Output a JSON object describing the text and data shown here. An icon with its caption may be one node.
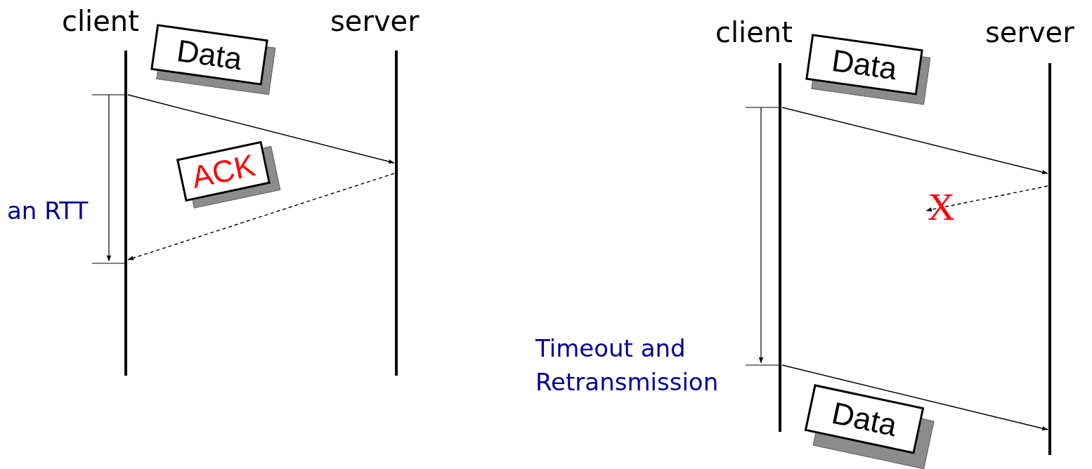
{
  "diagram": {
    "nodes": [
      {
        "text": [
          "client"
        ]
      },
      {
        "text": [
          "server"
        ]
      },
      {
        "text": [
          "Data"
        ]
      },
      {
        "text": [
          "ACK"
        ]
      },
      {
        "text": [
          "client"
        ]
      },
      {
        "text": [
          "server"
        ]
      },
      {
        "text": [
          "Data"
        ]
      },
      {
        "text": [
          "Data"
        ]
      },
      {
        "text": [
          "X"
        ]
      }
    ],
    "edges": [
      {
        "from": 0,
        "to": 1,
        "arrow": "to"
      },
      {
        "from": 1,
        "to": 0,
        "arrow": "to",
        "style": "dashed"
      },
      {
        "from": 4,
        "to": 5,
        "arrow": "to"
      },
      {
        "from": 5,
        "to": 8,
        "arrow": "to",
        "style": "dashed"
      },
      {
        "from": 4,
        "to": 5,
        "arrow": "to"
      }
    ],
    "labels": [
      "an RTT",
      "Timeout and Retransmission"
    ]
  }
}
